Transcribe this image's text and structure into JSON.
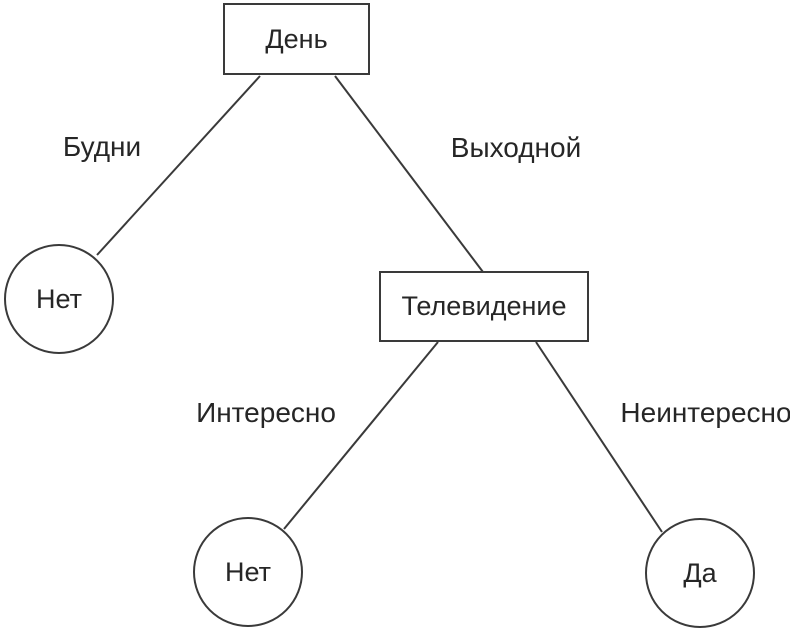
{
  "diagram": {
    "type": "decision-tree",
    "language": "ru",
    "colors": {
      "background": "#ffffff",
      "line": "#3a3a3a",
      "text": "#262626"
    },
    "nodes": {
      "root": {
        "label": "День",
        "shape": "rectangle"
      },
      "tv": {
        "label": "Телевидение",
        "shape": "rectangle"
      },
      "leaf_weekday": {
        "label": "Нет",
        "shape": "circle"
      },
      "leaf_interesting": {
        "label": "Нет",
        "shape": "circle"
      },
      "leaf_boring": {
        "label": "Да",
        "shape": "circle"
      }
    },
    "edges": {
      "weekday": {
        "label": "Будни",
        "from": "День",
        "to": "Нет"
      },
      "weekend": {
        "label": "Выходной",
        "from": "День",
        "to": "Телевидение"
      },
      "interesting": {
        "label": "Интересно",
        "from": "Телевидение",
        "to": "Нет"
      },
      "boring": {
        "label": "Неинтересно",
        "from": "Телевидение",
        "to": "Да"
      }
    }
  }
}
